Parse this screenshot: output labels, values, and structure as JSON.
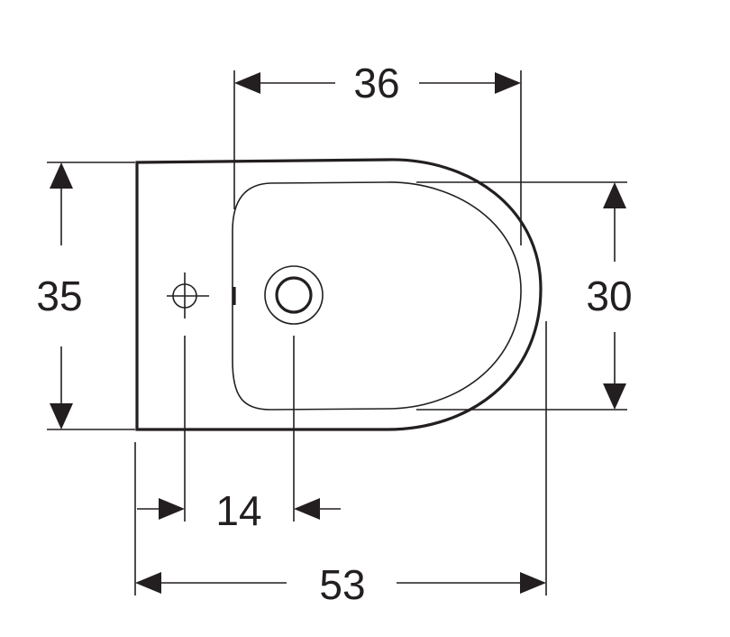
{
  "drawing": {
    "dim_width_inner": "36",
    "dim_depth_total": "35",
    "dim_depth_inner": "30",
    "dim_hole_offset": "14",
    "dim_length_total": "53"
  },
  "colors": {
    "line": "#231f20",
    "background": "#ffffff"
  },
  "icons": [
    "tap-hole-crosshair-icon",
    "drain-hole-icon",
    "arrowhead-icon"
  ]
}
